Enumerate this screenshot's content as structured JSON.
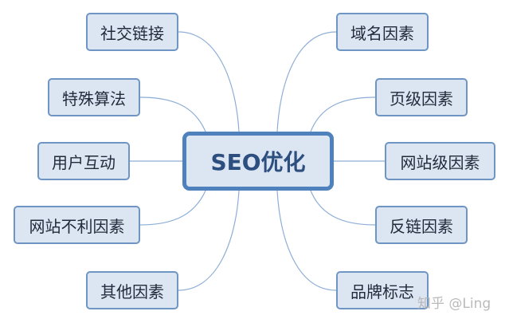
{
  "center": {
    "label": "SEO优化"
  },
  "left_nodes": [
    {
      "label": "社交链接"
    },
    {
      "label": "特殊算法"
    },
    {
      "label": "用户互动"
    },
    {
      "label": "网站不利因素"
    },
    {
      "label": "其他因素"
    }
  ],
  "right_nodes": [
    {
      "label": "域名因素"
    },
    {
      "label": "页级因素"
    },
    {
      "label": "网站级因素"
    },
    {
      "label": "反链因素"
    },
    {
      "label": "品牌标志"
    }
  ],
  "watermark": "知乎 @Ling",
  "colors": {
    "node_fill": "#dce6f2",
    "node_border": "#6f95c4",
    "center_border": "#4f81bd",
    "line": "#7ea3cf"
  }
}
